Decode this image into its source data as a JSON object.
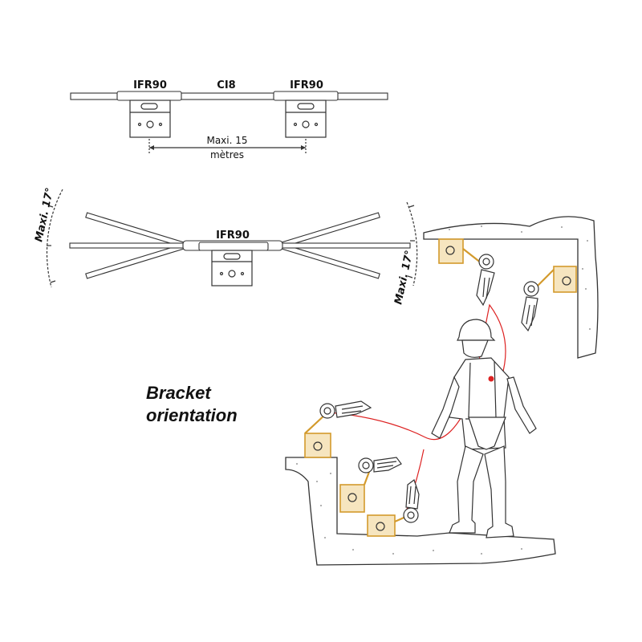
{
  "top_diagram": {
    "left_label": "IFR90",
    "center_label": "CI8",
    "right_label": "IFR90",
    "distance_line1": "Maxi. 15",
    "distance_line2": "mètres"
  },
  "angle_diagram": {
    "center_label": "IFR90",
    "left_angle": "Maxi. 17°",
    "right_angle": "Maxi. 17°"
  },
  "caption": {
    "line1": "Bracket",
    "line2": "orientation"
  },
  "colors": {
    "bracket": "#d39a2c",
    "rope": "#dd2222",
    "line": "#333333"
  }
}
